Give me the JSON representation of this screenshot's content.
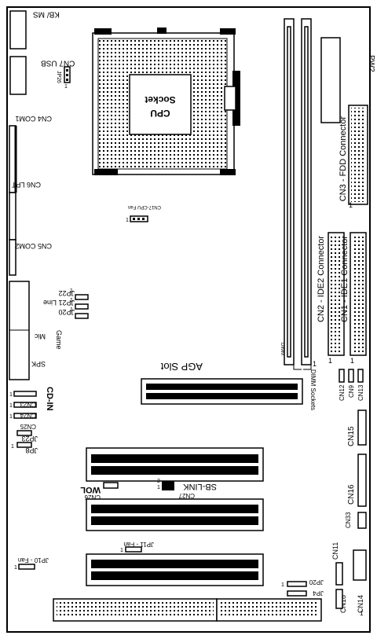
{
  "labels": {
    "kbms": "KB/ MS",
    "cn7_usb": "CN7 USB",
    "jp26": "JP26",
    "cpu_socket_1": "CPU",
    "cpu_socket_2": "Socket",
    "cn4_com1": "CN4 COM1",
    "cn6_lpt": "CN6 LPT",
    "cn5_com2": "CN5 COM2",
    "cn17_fan": "CN17-CPU Fan",
    "jp22": "JP22",
    "jp21_line": "JP21 Line",
    "jp20_left": "JP20",
    "mic": "Mic",
    "game": "Game",
    "spk": "SPK",
    "cd_in": "CD-IN",
    "cn23": "CN23",
    "cn24": "CN24",
    "cn25": "CN25",
    "jp23": "JP23",
    "jp8": "JP8",
    "agp_slot": "AGP Slot",
    "wol": "WOL",
    "cn26": "CN26",
    "sb_link": "SB-LINK",
    "cn27": "CN27",
    "jp11_fan": "JP11 - Fan",
    "jp10_fan": "JP10 - Fan",
    "jp20_bottom": "JP20",
    "jp4": "JP4",
    "pw2": "PW2",
    "cn3_fdd": "CN3 - FDD Connector",
    "cn2_ide2": "CN2 - IDE2 Connector",
    "cn1_ide1": "CN1 - IDE1 Connector",
    "dimm": "DIMM",
    "dimm_sockets": "DIMM Sockets",
    "cn12": "CN12",
    "cn9": "CN9",
    "cn13": "CN13",
    "cn15": "CN15",
    "cn16": "CN16",
    "cn33": "CN33",
    "cn11": "CN11",
    "cn18": "CN18",
    "cn14": "CN14",
    "pin1_a": "1",
    "pin1_b": "1",
    "pin1_c": "1",
    "pin1_d": "1",
    "pin1_e": "1",
    "pin1_f": "1",
    "pin1_g": "1",
    "pin1_h": "1",
    "pin1_i": "1",
    "pin1_j": "1",
    "pin1_k": "1",
    "pin1_l": "1",
    "pin1_m": "1",
    "pin1_n": "1",
    "pin1_o": "1",
    "pin1_p": "1",
    "pin1_q": "1",
    "pin1_r": "1",
    "pin2_a": "2"
  }
}
